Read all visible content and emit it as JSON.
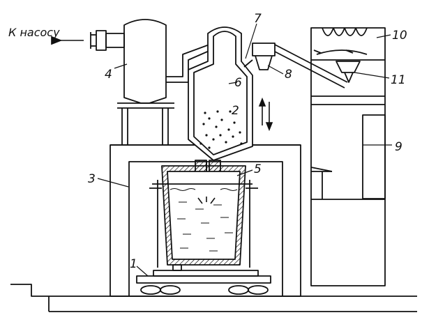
{
  "pump_label": "К насосу",
  "labels": {
    "n1": "1",
    "n2": "2",
    "n3": "3",
    "n4": "4",
    "n5": "5",
    "n6": "6",
    "n7": "7",
    "n8": "8",
    "n9": "9",
    "n10": "10",
    "n11": "11"
  },
  "colors": {
    "ink": "#111111",
    "paper": "#ffffff"
  }
}
